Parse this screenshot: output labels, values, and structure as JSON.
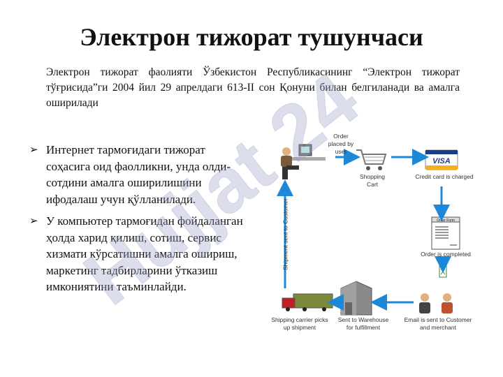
{
  "title": "Электрон тижорат тушунчаси",
  "intro": "Электрон тижорат фаолияти Ўзбекистон Республикасининг “Электрон тижорат тўғрисида”ги 2004 йил 29 апрелдаги 613-II сон Қонуни билан белгиланади ва амалга оширилади",
  "bullets": [
    "Интернет тармоғидаги тижорат соҳасига оид фаолликни, унда олди-сотдини амалга оширилишини ифодалаш учун қўлланилади.",
    "У компьютер тармоғидан фойдаланган ҳолда харид қилиш, сотиш, сервис хизмати кўрсатишни амалга ошириш, маркетинг тадбирларини ўтказиш имкониятини таъминлайди."
  ],
  "diagram": {
    "order_placed": "Order placed by user",
    "shopping_cart": "Shopping Cart",
    "credit_card": "Credit card is charged",
    "card_brand": "VISA",
    "order_form": "Order Form",
    "order_completed": "Order is completed",
    "email_sent": "Email is sent to Customer and merchant",
    "warehouse": "Sent to Warehouse for fulfillment",
    "carrier": "Shipping carrier picks up shipment",
    "shipment": "Shipment sent to Customer"
  },
  "watermark": "Hujjat 24"
}
